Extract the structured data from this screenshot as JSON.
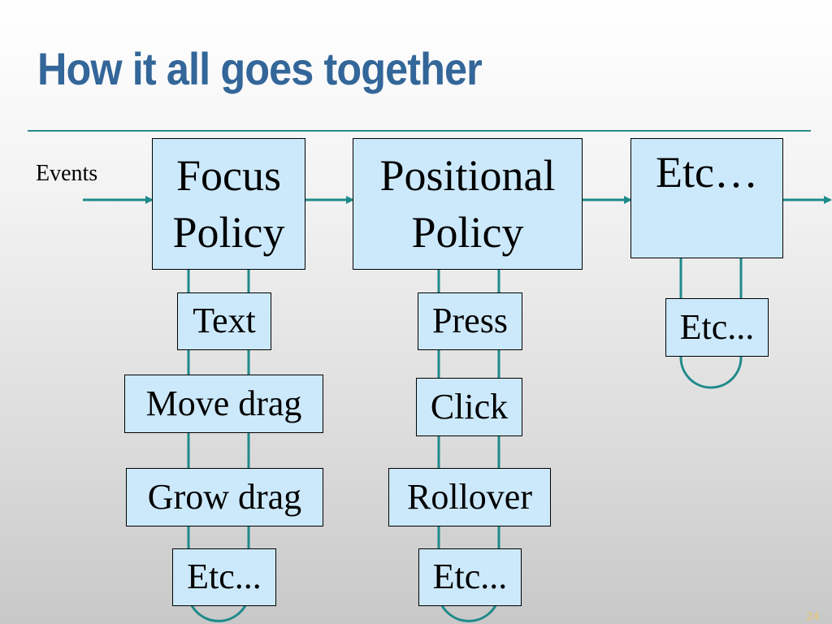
{
  "title": "How it all goes together",
  "events_label": "Events",
  "colors": {
    "title": "#336699",
    "wire": "#1f8a8a",
    "box_fill": "#cce9fb"
  },
  "policies": [
    {
      "line1": "Focus",
      "line2": "Policy"
    },
    {
      "line1": "Positional",
      "line2": "Policy"
    },
    {
      "line1": "Etc…",
      "line2": ""
    }
  ],
  "focus_children": [
    "Text",
    "Move drag",
    "Grow drag",
    "Etc..."
  ],
  "positional_children": [
    "Press",
    "Click",
    "Rollover",
    "Etc..."
  ],
  "etc_children": [
    "Etc..."
  ],
  "page_number": "24"
}
